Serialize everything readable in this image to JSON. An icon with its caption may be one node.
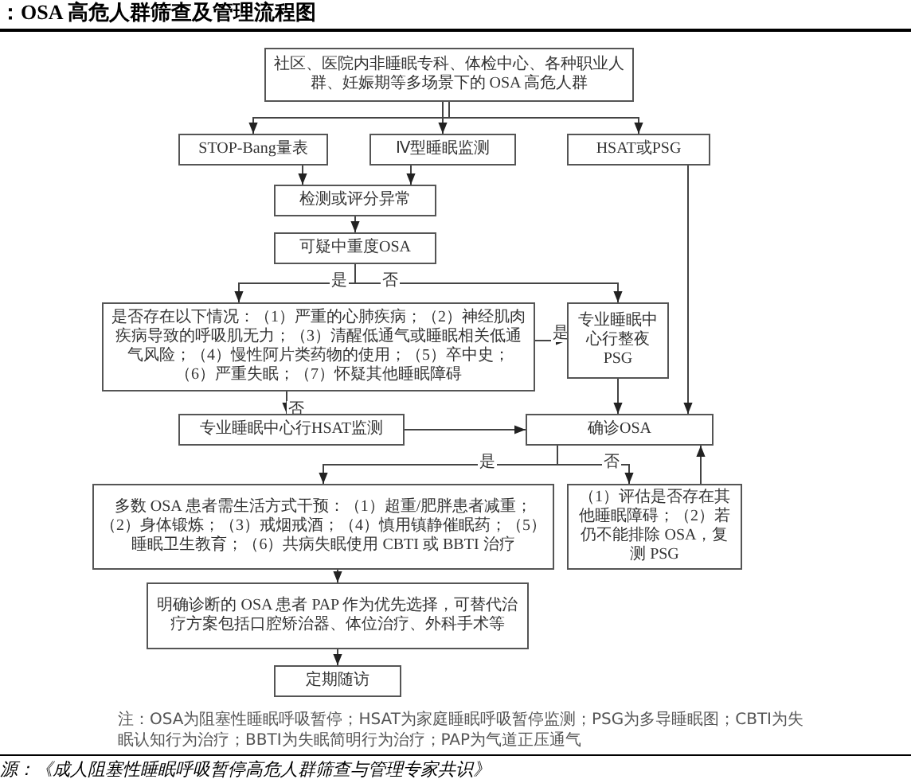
{
  "diagram": {
    "title": "：OSA 高危人群筛查及管理流程图",
    "nodes": [
      {
        "text": [
          "社区、医院内非睡眠专科、体检中心、各种职业人群、妊娠期等多场景下的 OSA 高危人群"
        ]
      },
      {
        "text": [
          "STOP-Bang量表"
        ]
      },
      {
        "text": [
          "Ⅳ型睡眠监测"
        ]
      },
      {
        "text": [
          "HSAT或PSG"
        ]
      },
      {
        "text": [
          "检测或评分异常"
        ]
      },
      {
        "text": [
          "可疑中重度OSA"
        ]
      },
      {
        "text": [
          "是否存在以下情况：（1）严重的心肺疾病；（2）神经肌肉疾病导致的呼吸肌无力；（3）清醒低通气或睡眠相关低通气风险；（4）慢性阿片类药物的使用；（5）卒中史；（6）严重失眠；（7）怀疑其他睡眠障碍"
        ]
      },
      {
        "text": [
          "专业睡眠中心行整夜PSG"
        ]
      },
      {
        "text": [
          "专业睡眠中心行HSAT监测"
        ]
      },
      {
        "text": [
          "确诊OSA"
        ]
      },
      {
        "text": [
          "多数 OSA 患者需生活方式干预：（1）超重/肥胖患者减重；（2）身体锻炼；（3）戒烟戒酒；（4）慎用镇静催眠药；（5）睡眠卫生教育；（6）共病失眠使用 CBTI 或 BBTI 治疗"
        ]
      },
      {
        "text": [
          "（1）评估是否存在其他睡眠障碍；（2）若仍不能排除 OSA，复测 PSG"
        ]
      },
      {
        "text": [
          "明确诊断的 OSA 患者 PAP 作为优先选择，可替代治疗方案包括口腔矫治器、体位治疗、外科手术等"
        ]
      },
      {
        "text": [
          "定期随访"
        ]
      }
    ],
    "edges": [
      {
        "from": 0,
        "to": 1,
        "arrow": "to"
      },
      {
        "from": 0,
        "to": 2,
        "arrow": "to"
      },
      {
        "from": 0,
        "to": 3,
        "arrow": "to"
      },
      {
        "from": 1,
        "to": 4,
        "arrow": "to"
      },
      {
        "from": 2,
        "to": 4,
        "arrow": "to"
      },
      {
        "from": 4,
        "to": 5,
        "arrow": "to"
      },
      {
        "from": 5,
        "to": 6,
        "arrow": "to",
        "label": "是"
      },
      {
        "from": 5,
        "to": 7,
        "arrow": "to",
        "label": "否"
      },
      {
        "from": 6,
        "to": 7,
        "arrow": "to",
        "label": "是"
      },
      {
        "from": 6,
        "to": 8,
        "arrow": "to",
        "label": "否"
      },
      {
        "from": 7,
        "to": 9,
        "arrow": "to"
      },
      {
        "from": 3,
        "to": 9,
        "arrow": "to"
      },
      {
        "from": 8,
        "to": 9,
        "arrow": "to"
      },
      {
        "from": 9,
        "to": 10,
        "arrow": "to",
        "label": "是"
      },
      {
        "from": 9,
        "to": 11,
        "arrow": "to",
        "label": "否"
      },
      {
        "from": 11,
        "to": 9,
        "arrow": "to"
      },
      {
        "from": 10,
        "to": 12,
        "arrow": "to"
      },
      {
        "from": 12,
        "to": 13,
        "arrow": "to"
      }
    ],
    "labels": [
      "注：OSA为阻塞性睡眠呼吸暂停；HSAT为家庭睡眠呼吸暂停监测；PSG为多导睡眠图；CBTI为失眠认知行为治疗；BBTI为失眠简明行为治疗；PAP为气道正压通气",
      "源：《成人阻塞性睡眠呼吸暂停高危人群筛查与管理专家共识》"
    ]
  }
}
